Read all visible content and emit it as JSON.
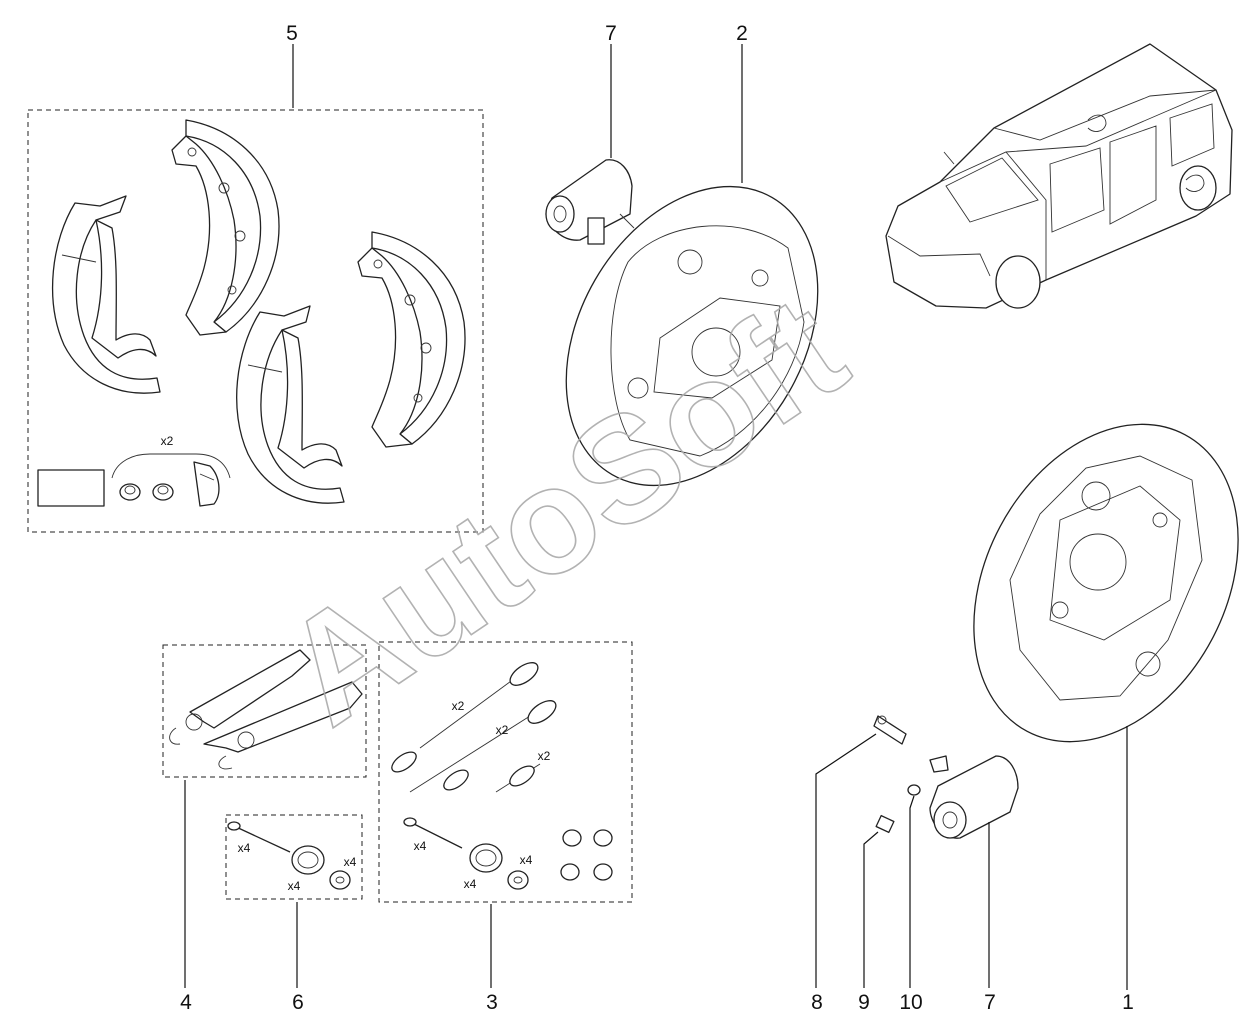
{
  "callouts": {
    "n5": "5",
    "n7_top": "7",
    "n2": "2",
    "n4": "4",
    "n6": "6",
    "n3": "3",
    "n8": "8",
    "n9": "9",
    "n10": "10",
    "n7_bottom": "7",
    "n1": "1"
  },
  "quantities": {
    "shoe_kit_x2": "x2",
    "spring_a_x2": "x2",
    "spring_b_x2": "x2",
    "spring_c_x2": "x2",
    "pin_left_x4": "x4",
    "spring_left_x4": "x4",
    "cup_left_x4": "x4",
    "pin_right_x4": "x4",
    "spring_right_x4": "x4",
    "cup_right_x4": "x4"
  },
  "watermark": "AutoSoft"
}
